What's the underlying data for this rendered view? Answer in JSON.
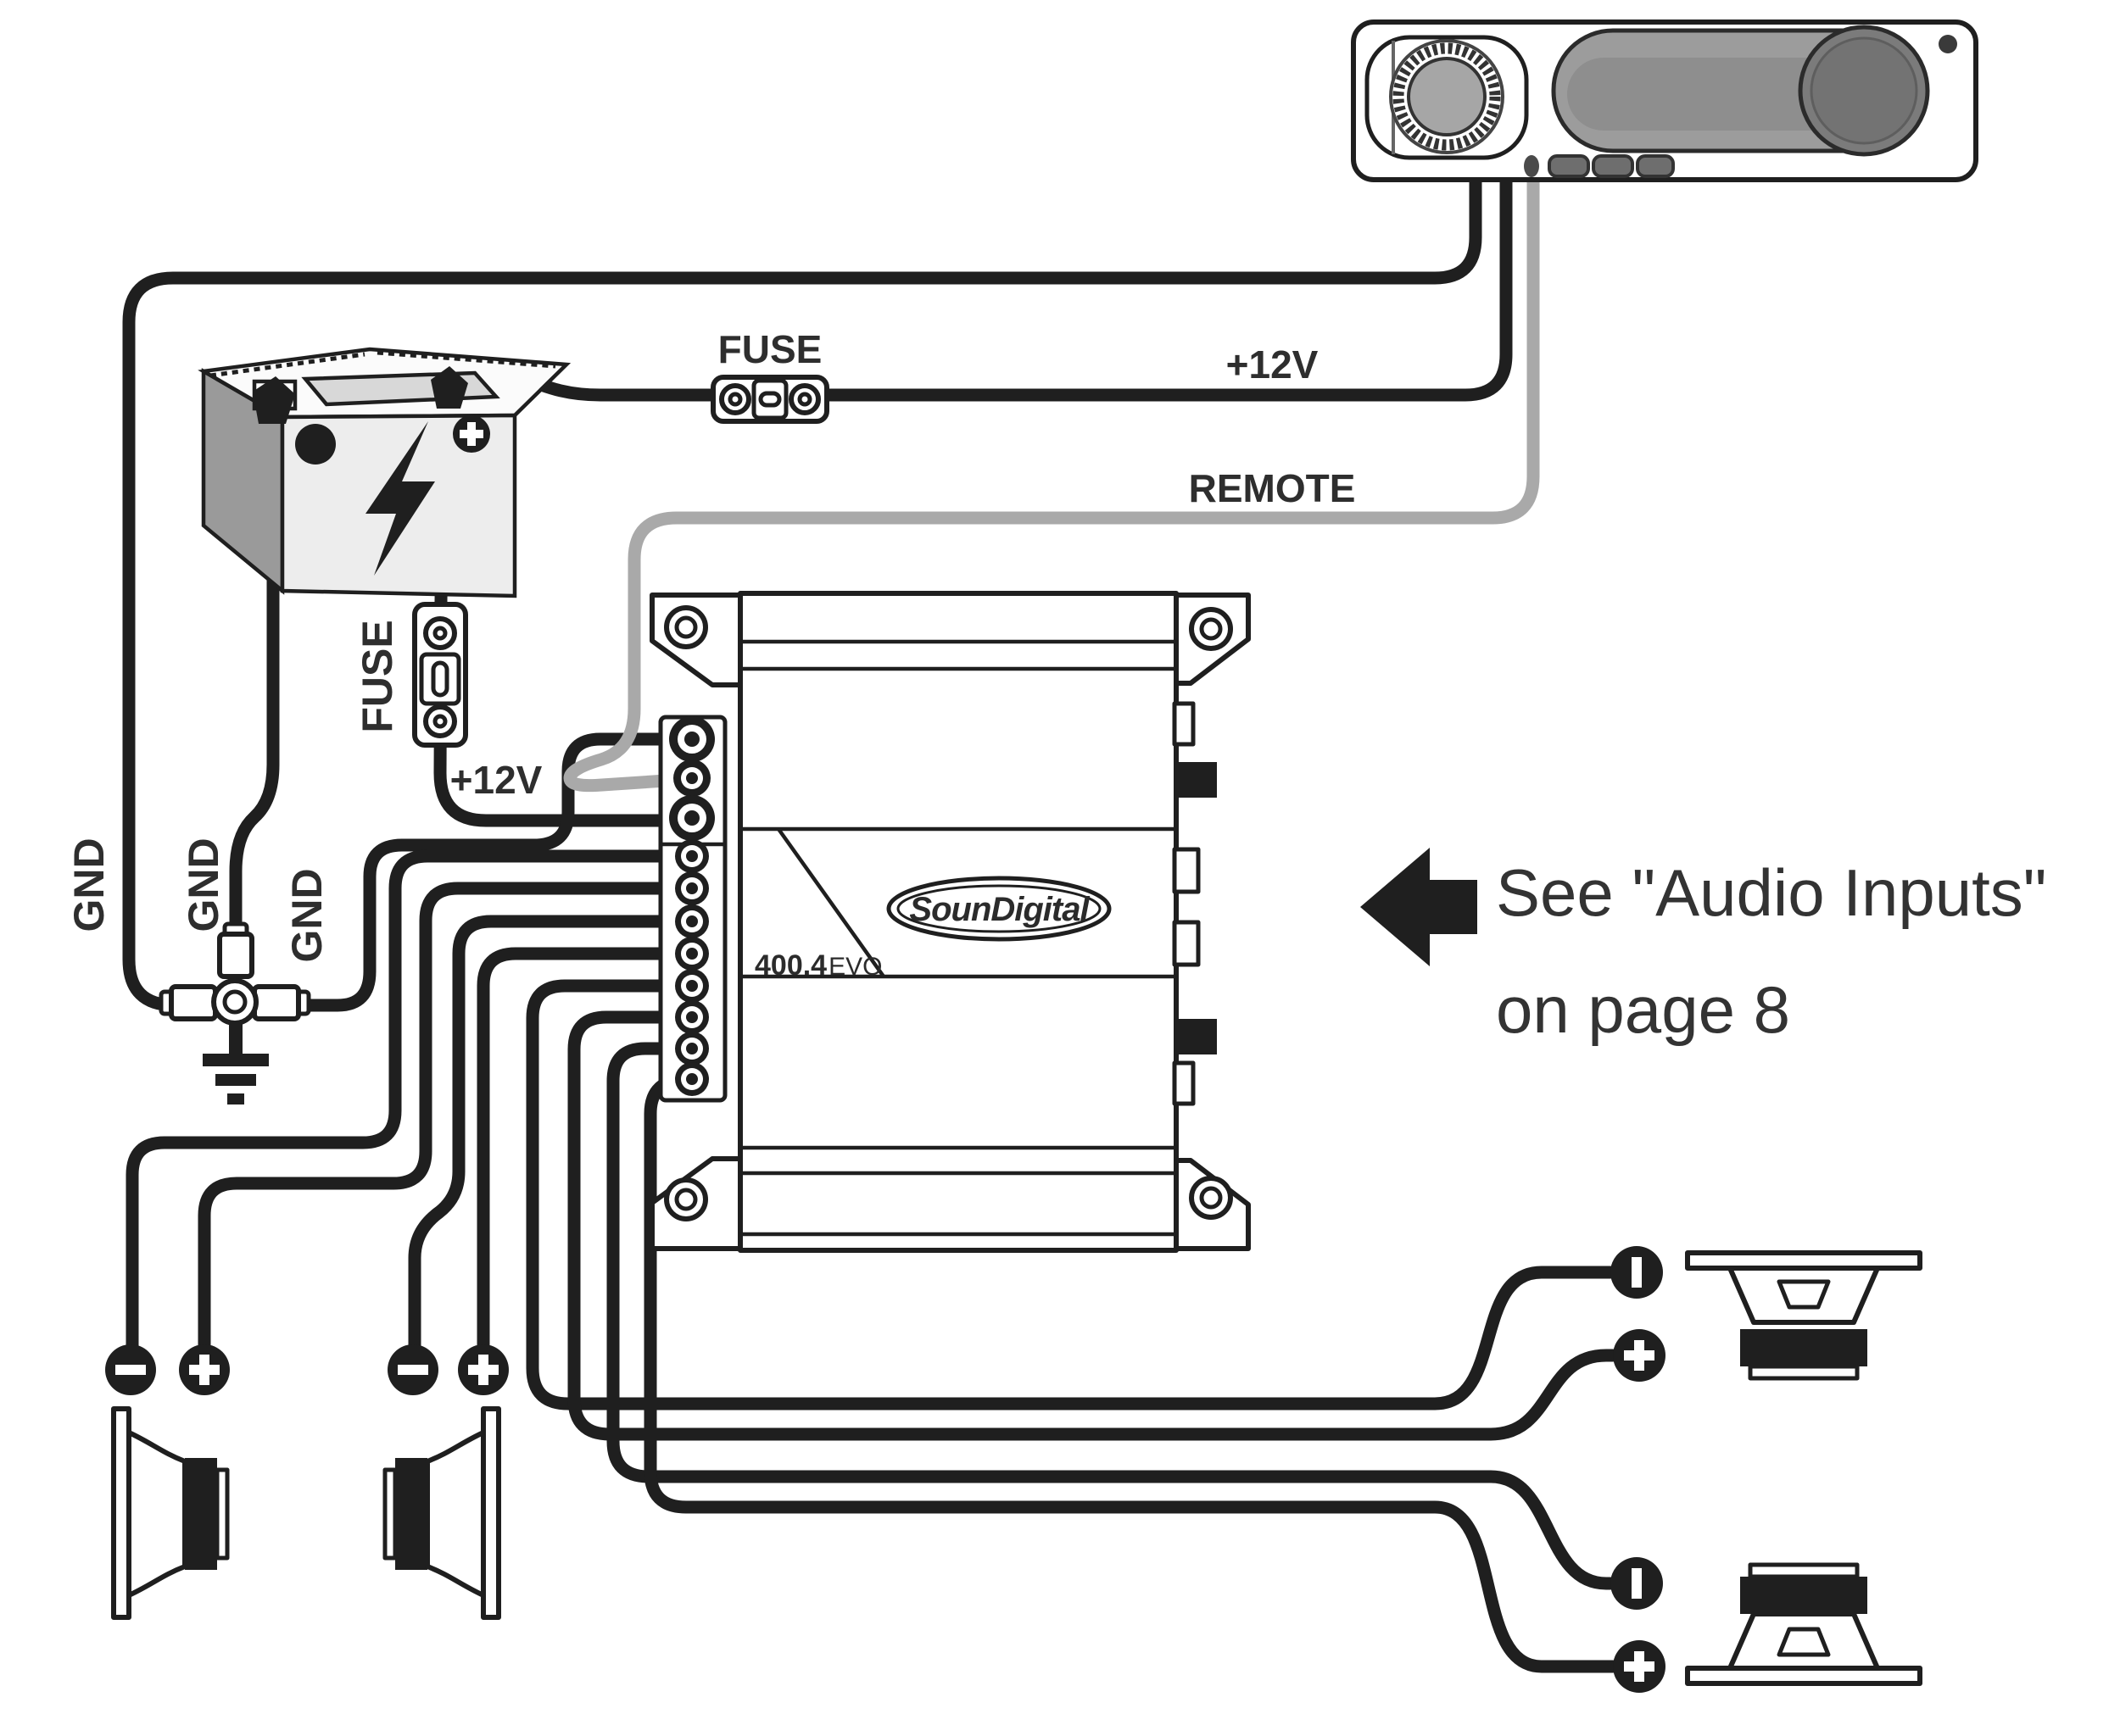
{
  "diagram": {
    "type": "car-audio-amplifier-wiring-diagram",
    "labels": {
      "fuse_main": "FUSE",
      "supply_12v": "+12V",
      "remote": "REMOTE",
      "fuse_amp": "FUSE",
      "amp_12v": "+12V",
      "gnd_head_unit": "GND",
      "gnd_battery": "GND",
      "gnd_amplifier": "GND",
      "note_line1": "See \"Audio Inputs\"",
      "note_line2": "on page 8",
      "brand": "SounDigital",
      "model_number": "400.4",
      "model_suffix": "EVO",
      "polarity_minus": "−",
      "polarity_plus": "+"
    },
    "colors": {
      "wire": "#1f1f1f",
      "remote_wire": "#a9a9a9",
      "battery_side": "#9a9a9a",
      "battery_front": "#ededed",
      "display_gray": "#9c9c9c",
      "knob_gray": "#7b7b7b",
      "text": "#2e2e2e",
      "background": "#ffffff"
    },
    "components": [
      "head-unit",
      "battery",
      "main-fuse",
      "amplifier-fuse",
      "amplifier",
      "ground-distribution-block",
      "front-left-speaker",
      "front-right-speaker",
      "rear-speaker-top",
      "rear-speaker-bottom"
    ]
  }
}
